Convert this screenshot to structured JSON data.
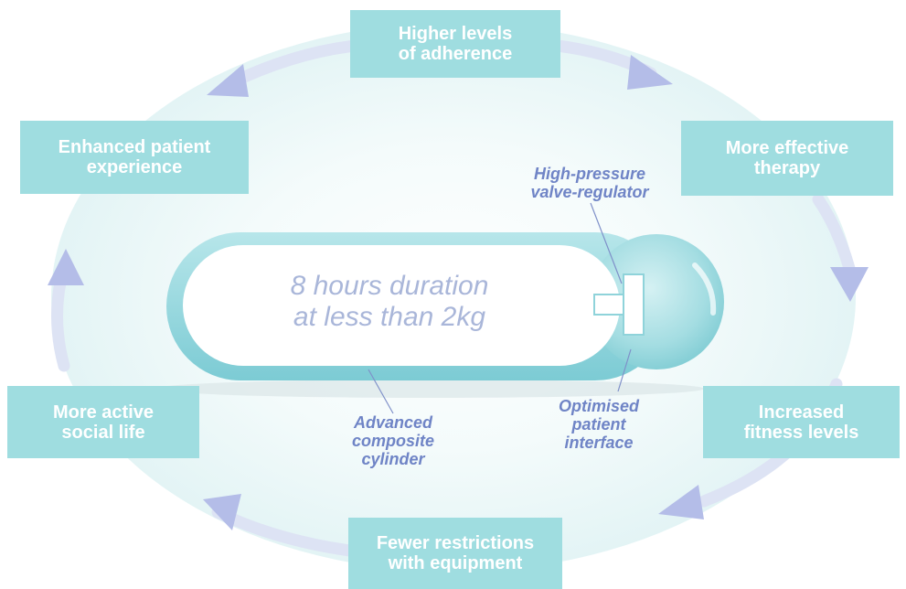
{
  "cycle": [
    {
      "key": "adherence",
      "lines": [
        "Higher levels",
        "of adherence"
      ]
    },
    {
      "key": "therapy",
      "lines": [
        "More effective",
        "therapy"
      ]
    },
    {
      "key": "fitness",
      "lines": [
        "Increased",
        "fitness levels"
      ]
    },
    {
      "key": "restrictions",
      "lines": [
        "Fewer restrictions",
        "with equipment"
      ]
    },
    {
      "key": "social",
      "lines": [
        "More active",
        "social life"
      ]
    },
    {
      "key": "experience",
      "lines": [
        "Enhanced patient",
        "experience"
      ]
    }
  ],
  "center": {
    "lines": [
      "8 hours duration",
      "at less than 2kg"
    ]
  },
  "callouts": {
    "valve": [
      "High-pressure",
      "valve-regulator"
    ],
    "cylinder": [
      "Advanced",
      "composite",
      "cylinder"
    ],
    "interface": [
      "Optimised",
      "patient",
      "interface"
    ]
  },
  "colors": {
    "box": "#9fdde0",
    "box_text": "#ffffff",
    "callout_text": "#6f84c6",
    "center_text": "#a9b6d9",
    "arrow": "#b8c0e8",
    "halo": "#eaf7f8",
    "cylinder_outline": "#8fd3da"
  }
}
